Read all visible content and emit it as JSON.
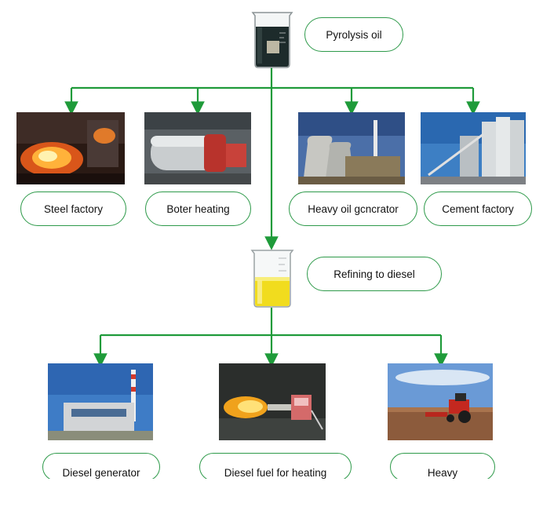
{
  "colors": {
    "connector": "#1f9b3a",
    "pill_border": "#2e9a4a"
  },
  "top": {
    "beaker_icon": "beaker-dark-oil-icon",
    "label": "Pyrolysis oil"
  },
  "uses": [
    {
      "label": "Steel factory",
      "image": "steel-factory-photo"
    },
    {
      "label": "Boter heating",
      "image": "boiler-heating-photo"
    },
    {
      "label": "Heavy oil gcncrator",
      "image": "power-plant-photo"
    },
    {
      "label": "Cement factory",
      "image": "cement-silos-photo"
    }
  ],
  "middle": {
    "beaker_icon": "beaker-yellow-diesel-icon",
    "label": "Refining to diesel"
  },
  "diesel_uses": [
    {
      "label": "Diesel generator",
      "image": "diesel-power-station-photo"
    },
    {
      "label": "Diesel fuel for heating",
      "image": "burner-flame-photo"
    },
    {
      "label": "Heavy",
      "image": "red-tractor-photo"
    }
  ]
}
